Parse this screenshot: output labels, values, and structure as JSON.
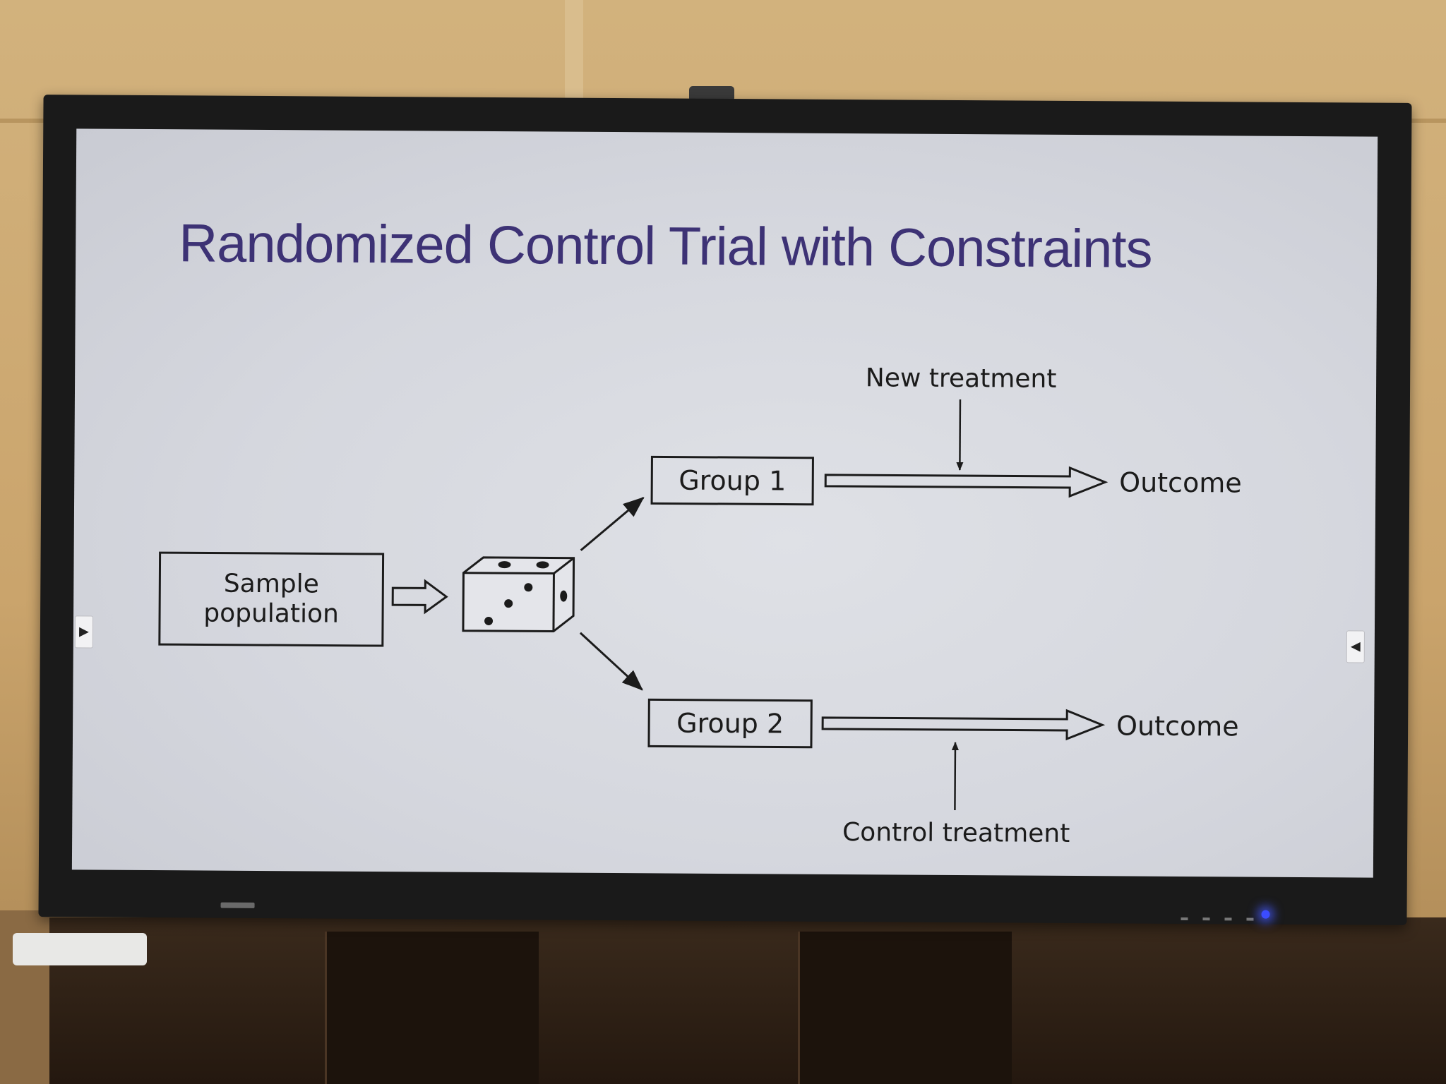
{
  "slide": {
    "title": "Randomized Control Trial with Constraints"
  },
  "diagram": {
    "sample_population": [
      "Sample",
      "population"
    ],
    "group1": "Group  1",
    "group2": "Group  2",
    "outcome1": "Outcome",
    "outcome2": "Outcome",
    "new_treatment": "New treatment",
    "control_treatment": "Control treatment"
  },
  "nav": {
    "prev_glyph": "▶",
    "next_glyph": "◀"
  },
  "colors": {
    "title": "#3d3275",
    "slide_background": "#d9dbe1",
    "diagram_ink": "#1b1b1b",
    "bezel": "#1a1a1a",
    "power_led": "#3b4cff"
  }
}
